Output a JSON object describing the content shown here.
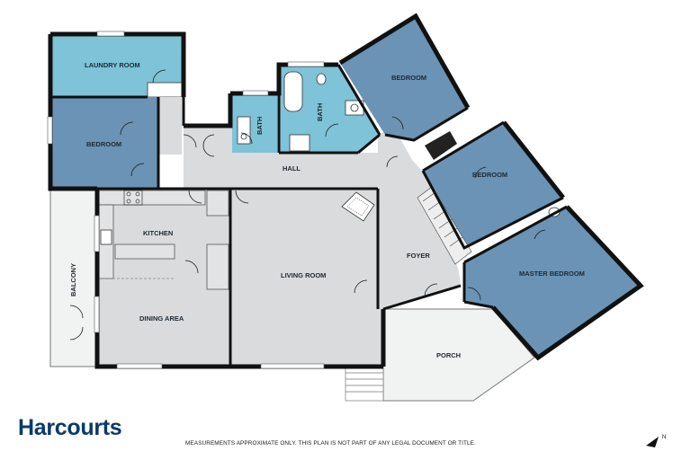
{
  "brand": {
    "name": "Harcourts"
  },
  "disclaimer": "MEASUREMENTS APPROXIMATE ONLY. THIS PLAN IS NOT PART OF ANY LEGAL DOCUMENT OR TITLE.",
  "rooms": {
    "laundry": "LAUNDRY ROOM",
    "bedroom_west": "BEDROOM",
    "bath_small": "BATH",
    "bath_main": "BATH",
    "bedroom_ne": "BEDROOM",
    "bedroom_e": "BEDROOM",
    "master": "MASTER BEDROOM",
    "hall": "HALL",
    "kitchen": "KITCHEN",
    "living": "LIVING ROOM",
    "dining": "DINING AREA",
    "foyer": "FOYER",
    "balcony": "BALCONY",
    "porch": "PORCH"
  },
  "colors": {
    "bedroom": "#6a93b5",
    "wet_room": "#7ec3d8",
    "floor": "#d9dbdc",
    "outdoor": "#f1f2f2",
    "brand": "#0a3a6b"
  },
  "icons": {
    "north": "north-arrow-icon",
    "compass_letter": "N"
  }
}
